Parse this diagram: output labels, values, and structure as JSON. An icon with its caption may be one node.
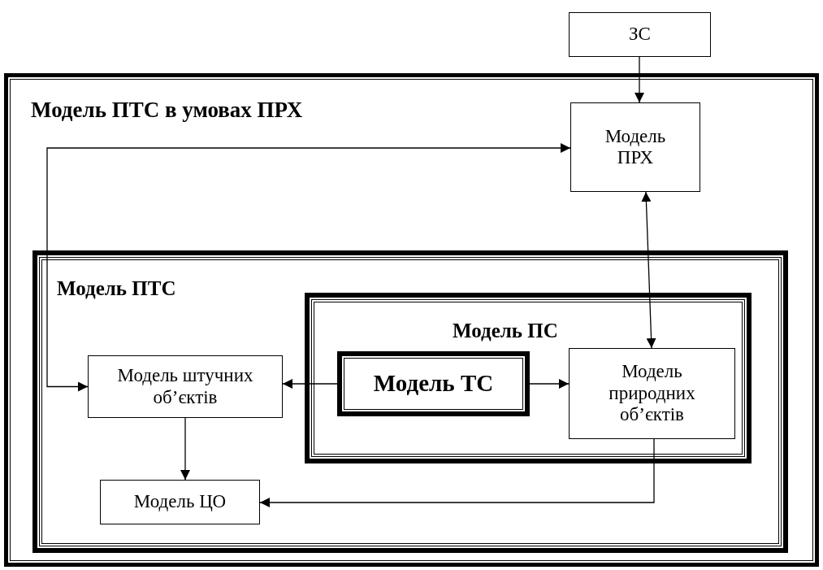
{
  "diagram": {
    "nodes": [
      {
        "text": [
          "Модель ПТС в умовах ПРХ"
        ]
      },
      {
        "text": [
          "ЗС"
        ]
      },
      {
        "text": [
          "Модель ПРХ"
        ],
        "in": 0
      },
      {
        "text": [
          "Модель ПТС"
        ],
        "in": 0
      },
      {
        "text": [
          "Модель ПС"
        ],
        "in": 3
      },
      {
        "text": [
          "Модель ТС"
        ],
        "in": 4
      },
      {
        "text": [
          "Модель природних об’єктів"
        ],
        "in": 4
      },
      {
        "text": [
          "Модель штучних об’єктів"
        ],
        "in": 3
      },
      {
        "text": [
          "Модель ЦО"
        ],
        "in": 3
      }
    ],
    "edges": [
      {
        "from": 1,
        "to": 2,
        "arrow": "to"
      },
      {
        "from": 7,
        "to": 2,
        "arrow": "both"
      },
      {
        "from": 2,
        "to": 6,
        "arrow": "both"
      },
      {
        "from": 5,
        "to": 7,
        "arrow": "to"
      },
      {
        "from": 5,
        "to": 6,
        "arrow": "to"
      },
      {
        "from": 7,
        "to": 8,
        "arrow": "to"
      },
      {
        "from": 6,
        "to": 8,
        "arrow": "to"
      }
    ]
  }
}
